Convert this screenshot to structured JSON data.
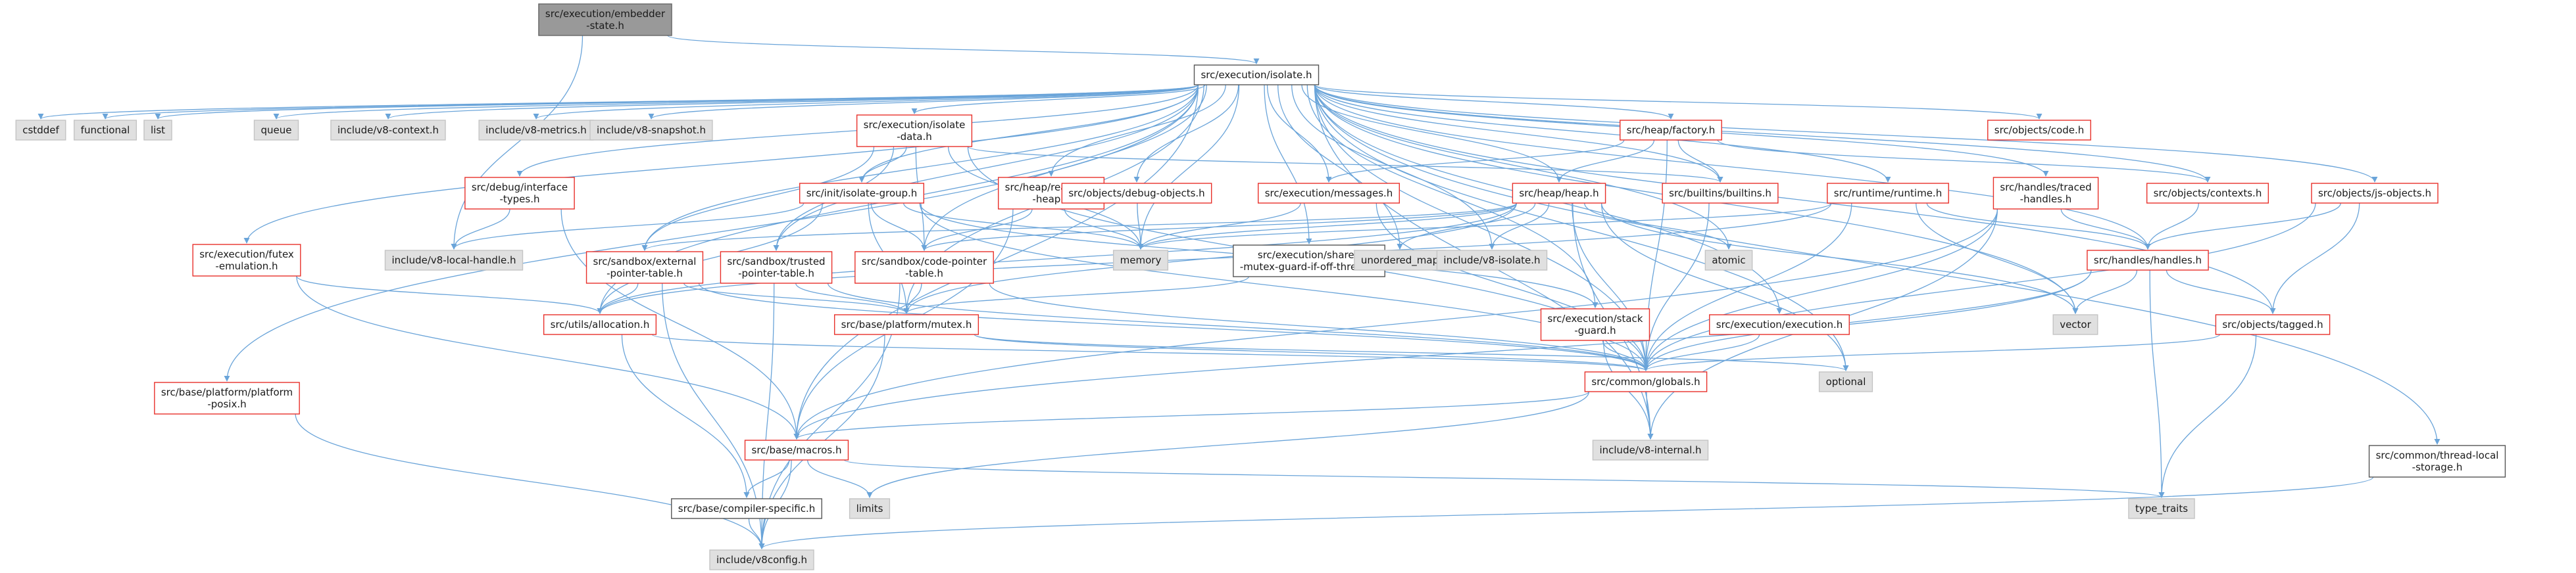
{
  "graph": {
    "nodes": [
      {
        "id": "embedder",
        "lines": [
          "src/execution/embedder",
          "-state.h"
        ],
        "style": "root"
      },
      {
        "id": "isolate",
        "lines": [
          "src/execution/isolate.h"
        ],
        "style": "main"
      },
      {
        "id": "cstddef",
        "lines": [
          "cstddef"
        ],
        "style": "gray"
      },
      {
        "id": "functional",
        "lines": [
          "functional"
        ],
        "style": "gray"
      },
      {
        "id": "list",
        "lines": [
          "list"
        ],
        "style": "gray"
      },
      {
        "id": "queue",
        "lines": [
          "queue"
        ],
        "style": "gray"
      },
      {
        "id": "v8context",
        "lines": [
          "include/v8-context.h"
        ],
        "style": "gray"
      },
      {
        "id": "v8metrics",
        "lines": [
          "include/v8-metrics.h"
        ],
        "style": "gray"
      },
      {
        "id": "v8snapshot",
        "lines": [
          "include/v8-snapshot.h"
        ],
        "style": "gray"
      },
      {
        "id": "isodata",
        "lines": [
          "src/execution/isolate",
          "-data.h"
        ],
        "style": "red"
      },
      {
        "id": "heapfactory",
        "lines": [
          "src/heap/factory.h"
        ],
        "style": "red"
      },
      {
        "id": "objcode",
        "lines": [
          "src/objects/code.h"
        ],
        "style": "red"
      },
      {
        "id": "debugiface",
        "lines": [
          "src/debug/interface",
          "-types.h"
        ],
        "style": "red"
      },
      {
        "id": "heapro",
        "lines": [
          "src/heap/read-only",
          "-heap.h"
        ],
        "style": "red"
      },
      {
        "id": "isogroup",
        "lines": [
          "src/init/isolate-group.h"
        ],
        "style": "red"
      },
      {
        "id": "debugobjs",
        "lines": [
          "src/objects/debug-objects.h"
        ],
        "style": "red"
      },
      {
        "id": "messages",
        "lines": [
          "src/execution/messages.h"
        ],
        "style": "red"
      },
      {
        "id": "heapheap",
        "lines": [
          "src/heap/heap.h"
        ],
        "style": "red"
      },
      {
        "id": "builtins",
        "lines": [
          "src/builtins/builtins.h"
        ],
        "style": "red"
      },
      {
        "id": "runtime",
        "lines": [
          "src/runtime/runtime.h"
        ],
        "style": "red"
      },
      {
        "id": "traced",
        "lines": [
          "src/handles/traced",
          "-handles.h"
        ],
        "style": "red"
      },
      {
        "id": "contexts",
        "lines": [
          "src/objects/contexts.h"
        ],
        "style": "red"
      },
      {
        "id": "jsobjects",
        "lines": [
          "src/objects/js-objects.h"
        ],
        "style": "red"
      },
      {
        "id": "futex",
        "lines": [
          "src/execution/futex",
          "-emulation.h"
        ],
        "style": "red"
      },
      {
        "id": "v8localhandle",
        "lines": [
          "include/v8-local-handle.h"
        ],
        "style": "gray"
      },
      {
        "id": "sbext",
        "lines": [
          "src/sandbox/external",
          "-pointer-table.h"
        ],
        "style": "red"
      },
      {
        "id": "sbtrusted",
        "lines": [
          "src/sandbox/trusted",
          "-pointer-table.h"
        ],
        "style": "red"
      },
      {
        "id": "sbcode",
        "lines": [
          "src/sandbox/code-pointer",
          "-table.h"
        ],
        "style": "red"
      },
      {
        "id": "memory",
        "lines": [
          "memory"
        ],
        "style": "gray"
      },
      {
        "id": "sharedmutex",
        "lines": [
          "src/execution/shared",
          "-mutex-guard-if-off-thread.h"
        ],
        "style": "plain"
      },
      {
        "id": "unorderedmap",
        "lines": [
          "unordered_map"
        ],
        "style": "gray"
      },
      {
        "id": "v8isolate",
        "lines": [
          "include/v8-isolate.h"
        ],
        "style": "gray"
      },
      {
        "id": "atomic",
        "lines": [
          "atomic"
        ],
        "style": "gray"
      },
      {
        "id": "handles",
        "lines": [
          "src/handles/handles.h"
        ],
        "style": "red"
      },
      {
        "id": "vector",
        "lines": [
          "vector"
        ],
        "style": "gray"
      },
      {
        "id": "platposix",
        "lines": [
          "src/base/platform/platform",
          "-posix.h"
        ],
        "style": "red"
      },
      {
        "id": "allocation",
        "lines": [
          "src/utils/allocation.h"
        ],
        "style": "red"
      },
      {
        "id": "mutex",
        "lines": [
          "src/base/platform/mutex.h"
        ],
        "style": "red"
      },
      {
        "id": "stackguard",
        "lines": [
          "src/execution/stack",
          "-guard.h"
        ],
        "style": "red"
      },
      {
        "id": "execution",
        "lines": [
          "src/execution/execution.h"
        ],
        "style": "red"
      },
      {
        "id": "tagged",
        "lines": [
          "src/objects/tagged.h"
        ],
        "style": "red"
      },
      {
        "id": "optional",
        "lines": [
          "optional"
        ],
        "style": "gray"
      },
      {
        "id": "globals",
        "lines": [
          "src/common/globals.h"
        ],
        "style": "red"
      },
      {
        "id": "macros",
        "lines": [
          "src/base/macros.h"
        ],
        "style": "red"
      },
      {
        "id": "v8internal",
        "lines": [
          "include/v8-internal.h"
        ],
        "style": "gray"
      },
      {
        "id": "threadlocal",
        "lines": [
          "src/common/thread-local",
          "-storage.h"
        ],
        "style": "plain"
      },
      {
        "id": "limits",
        "lines": [
          "limits"
        ],
        "style": "gray"
      },
      {
        "id": "compilerspec",
        "lines": [
          "src/base/compiler-specific.h"
        ],
        "style": "plain"
      },
      {
        "id": "typetraits",
        "lines": [
          "type_traits"
        ],
        "style": "gray"
      },
      {
        "id": "v8config",
        "lines": [
          "include/v8config.h"
        ],
        "style": "gray"
      }
    ],
    "edges": [
      [
        "embedder",
        "isolate"
      ],
      [
        "embedder",
        "v8localhandle"
      ],
      [
        "isolate",
        "cstddef"
      ],
      [
        "isolate",
        "functional"
      ],
      [
        "isolate",
        "list"
      ],
      [
        "isolate",
        "queue"
      ],
      [
        "isolate",
        "v8context"
      ],
      [
        "isolate",
        "v8metrics"
      ],
      [
        "isolate",
        "v8snapshot"
      ],
      [
        "isolate",
        "isodata"
      ],
      [
        "isolate",
        "heapfactory"
      ],
      [
        "isolate",
        "objcode"
      ],
      [
        "isolate",
        "debugiface"
      ],
      [
        "isolate",
        "heapro"
      ],
      [
        "isolate",
        "isogroup"
      ],
      [
        "isolate",
        "debugobjs"
      ],
      [
        "isolate",
        "messages"
      ],
      [
        "isolate",
        "heapheap"
      ],
      [
        "isolate",
        "builtins"
      ],
      [
        "isolate",
        "runtime"
      ],
      [
        "isolate",
        "traced"
      ],
      [
        "isolate",
        "contexts"
      ],
      [
        "isolate",
        "jsobjects"
      ],
      [
        "isolate",
        "futex"
      ],
      [
        "isolate",
        "platposix"
      ],
      [
        "isolate",
        "sbext"
      ],
      [
        "isolate",
        "sbtrusted"
      ],
      [
        "isolate",
        "sbcode"
      ],
      [
        "isolate",
        "memory"
      ],
      [
        "isolate",
        "sharedmutex"
      ],
      [
        "isolate",
        "unorderedmap"
      ],
      [
        "isolate",
        "v8isolate"
      ],
      [
        "isolate",
        "atomic"
      ],
      [
        "isolate",
        "handles"
      ],
      [
        "isolate",
        "vector"
      ],
      [
        "isolate",
        "allocation"
      ],
      [
        "isolate",
        "mutex"
      ],
      [
        "isolate",
        "stackguard"
      ],
      [
        "isolate",
        "execution"
      ],
      [
        "isolate",
        "tagged"
      ],
      [
        "isolate",
        "optional"
      ],
      [
        "isolate",
        "globals"
      ],
      [
        "isolate",
        "macros"
      ],
      [
        "isolate",
        "v8internal"
      ],
      [
        "isolate",
        "threadlocal"
      ],
      [
        "isodata",
        "builtins"
      ],
      [
        "isodata",
        "isogroup"
      ],
      [
        "isodata",
        "sbext"
      ],
      [
        "isodata",
        "sbtrusted"
      ],
      [
        "isodata",
        "sbcode"
      ],
      [
        "isodata",
        "memory"
      ],
      [
        "isodata",
        "globals"
      ],
      [
        "heapfactory",
        "heapheap"
      ],
      [
        "heapfactory",
        "builtins"
      ],
      [
        "heapfactory",
        "messages"
      ],
      [
        "heapfactory",
        "globals"
      ],
      [
        "heapfactory",
        "contexts"
      ],
      [
        "debugiface",
        "v8localhandle"
      ],
      [
        "debugiface",
        "macros"
      ],
      [
        "heapro",
        "memory"
      ],
      [
        "heapro",
        "sbcode"
      ],
      [
        "heapro",
        "macros"
      ],
      [
        "isogroup",
        "memory"
      ],
      [
        "isogroup",
        "sbcode"
      ],
      [
        "isogroup",
        "mutex"
      ],
      [
        "isogroup",
        "allocation"
      ],
      [
        "isogroup",
        "globals"
      ],
      [
        "isogroup",
        "v8localhandle"
      ],
      [
        "isogroup",
        "stackguard"
      ],
      [
        "debugobjs",
        "memory"
      ],
      [
        "messages",
        "memory"
      ],
      [
        "messages",
        "globals"
      ],
      [
        "heapheap",
        "atomic"
      ],
      [
        "heapheap",
        "memory"
      ],
      [
        "heapheap",
        "unorderedmap"
      ],
      [
        "heapheap",
        "v8isolate"
      ],
      [
        "heapheap",
        "vector"
      ],
      [
        "heapheap",
        "globals"
      ],
      [
        "heapheap",
        "allocation"
      ],
      [
        "heapheap",
        "mutex"
      ],
      [
        "heapheap",
        "v8internal"
      ],
      [
        "heapheap",
        "optional"
      ],
      [
        "heapheap",
        "sbext"
      ],
      [
        "heapheap",
        "sbcode"
      ],
      [
        "builtins",
        "globals"
      ],
      [
        "runtime",
        "memory"
      ],
      [
        "runtime",
        "vector"
      ],
      [
        "runtime",
        "allocation"
      ],
      [
        "runtime",
        "globals"
      ],
      [
        "runtime",
        "handles"
      ],
      [
        "traced",
        "handles"
      ],
      [
        "traced",
        "globals"
      ],
      [
        "traced",
        "macros"
      ],
      [
        "traced",
        "v8internal"
      ],
      [
        "contexts",
        "handles"
      ],
      [
        "jsobjects",
        "handles"
      ],
      [
        "jsobjects",
        "tagged"
      ],
      [
        "jsobjects",
        "globals"
      ],
      [
        "futex",
        "allocation"
      ],
      [
        "futex",
        "macros"
      ],
      [
        "sbext",
        "allocation"
      ],
      [
        "sbext",
        "mutex"
      ],
      [
        "sbext",
        "globals"
      ],
      [
        "sbext",
        "v8config"
      ],
      [
        "sbtrusted",
        "mutex"
      ],
      [
        "sbtrusted",
        "globals"
      ],
      [
        "sbtrusted",
        "v8config"
      ],
      [
        "sbcode",
        "mutex"
      ],
      [
        "sbcode",
        "globals"
      ],
      [
        "sbcode",
        "v8config"
      ],
      [
        "sharedmutex",
        "mutex"
      ],
      [
        "handles",
        "vector"
      ],
      [
        "handles",
        "tagged"
      ],
      [
        "handles",
        "globals"
      ],
      [
        "handles",
        "macros"
      ],
      [
        "handles",
        "typetraits"
      ],
      [
        "platposix",
        "v8config"
      ],
      [
        "allocation",
        "compilerspec"
      ],
      [
        "allocation",
        "globals"
      ],
      [
        "mutex",
        "optional"
      ],
      [
        "mutex",
        "globals"
      ],
      [
        "mutex",
        "v8config"
      ],
      [
        "stackguard",
        "globals"
      ],
      [
        "stackguard",
        "v8internal"
      ],
      [
        "execution",
        "globals"
      ],
      [
        "tagged",
        "globals"
      ],
      [
        "tagged",
        "typetraits"
      ],
      [
        "globals",
        "macros"
      ],
      [
        "globals",
        "v8internal"
      ],
      [
        "globals",
        "limits"
      ],
      [
        "macros",
        "compilerspec"
      ],
      [
        "macros",
        "limits"
      ],
      [
        "macros",
        "typetraits"
      ],
      [
        "macros",
        "v8config"
      ],
      [
        "compilerspec",
        "v8config"
      ],
      [
        "threadlocal",
        "v8config"
      ]
    ]
  }
}
